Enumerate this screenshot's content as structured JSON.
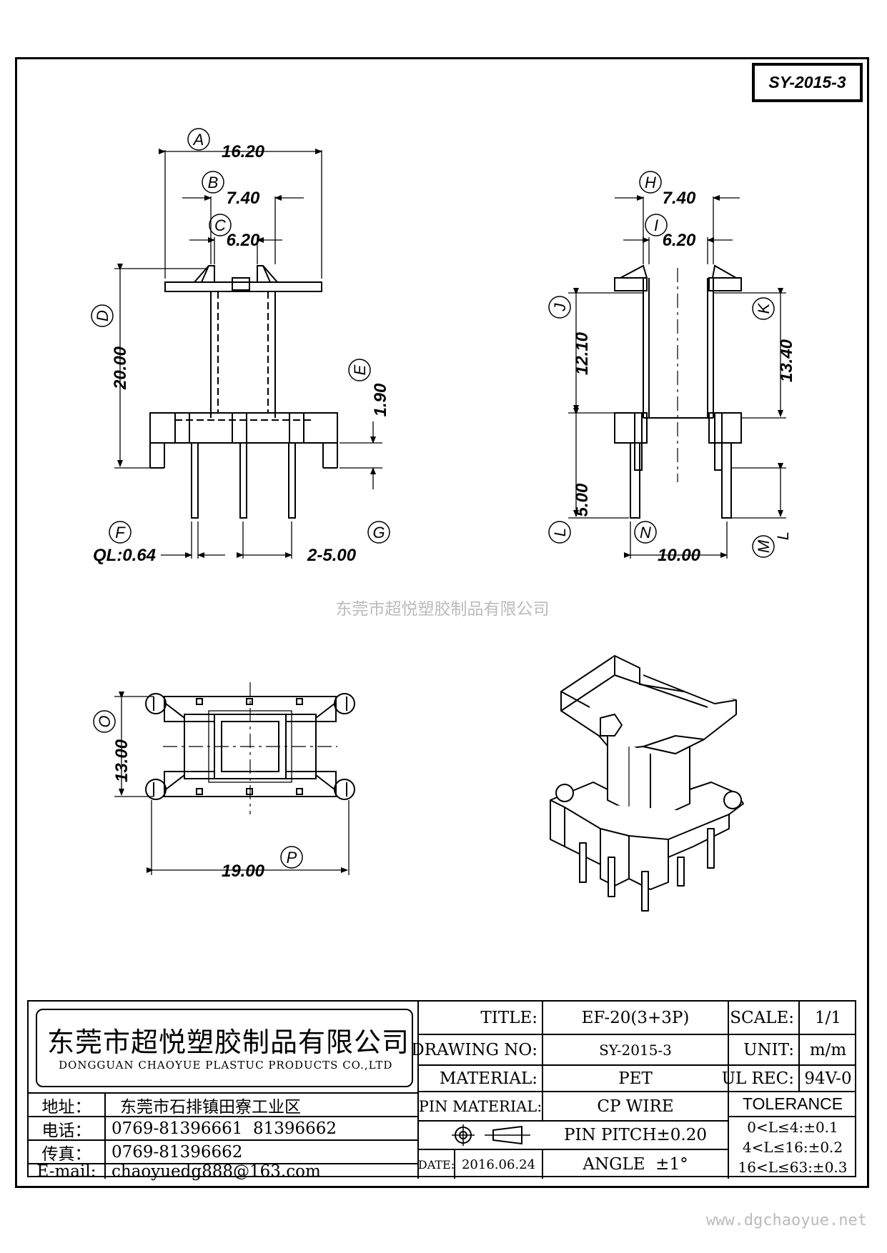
{
  "drawing_number_box": "SY-2015-3",
  "watermark": "东莞市超悦塑胶制品有限公司",
  "website": "www.dgchaoyue.net",
  "dimensions": {
    "front": [
      {
        "label": "A",
        "value": "16.20"
      },
      {
        "label": "B",
        "value": "7.40"
      },
      {
        "label": "C",
        "value": "6.20"
      },
      {
        "label": "D",
        "value": "20.00"
      },
      {
        "label": "E",
        "value": "1.90"
      },
      {
        "label": "F",
        "value": "QL:0.64"
      },
      {
        "label": "G",
        "value": "2-5.00"
      }
    ],
    "side": [
      {
        "label": "H",
        "value": "7.40"
      },
      {
        "label": "I",
        "value": "6.20"
      },
      {
        "label": "J",
        "value": "12.10"
      },
      {
        "label": "K",
        "value": "13.40"
      },
      {
        "label": "L",
        "value": "5.00"
      },
      {
        "label": "N",
        "value": "10.00"
      },
      {
        "label": "M",
        "value": "L"
      }
    ],
    "top": [
      {
        "label": "O",
        "value": "13.00"
      },
      {
        "label": "P",
        "value": "19.00"
      }
    ]
  },
  "title_block": {
    "company_cn": "东莞市超悦塑胶制品有限公司",
    "company_en": "DONGGUAN CHAOYUE PLASTUC PRODUCTS CO.,LTD",
    "address_label": "地址：",
    "address": "东莞市石排镇田寮工业区",
    "phone_label": "电话：",
    "phone": "0769-81396661  81396662",
    "fax_label": "传真：",
    "fax": "0769-81396662",
    "email_label": "E-mail:",
    "email": "chaoyuedg888@163.com",
    "title_label": "TITLE:",
    "title": "EF-20(3+3P)",
    "drawing_no_label": "DRAWING NO:",
    "drawing_no": "SY-2015-3",
    "material_label": "MATERIAL:",
    "material": "PET",
    "pin_material_label": "PIN MATERIAL:",
    "pin_material": "CP WIRE",
    "pin_pitch": "PIN PITCH±0.20",
    "date_label": "DATE:",
    "date": "2016.06.24",
    "angle": "ANGLE  ±1°",
    "scale_label": "SCALE:",
    "scale": "1/1",
    "unit_label": "UNIT:",
    "unit": "m/m",
    "ul_label": "UL REC:",
    "ul": "94V-0",
    "tolerance_label": "TOLERANCE",
    "tolerance_1": "0<L≤4:±0.1",
    "tolerance_2": "4<L≤16:±0.2",
    "tolerance_3": "16<L≤63:±0.3"
  }
}
